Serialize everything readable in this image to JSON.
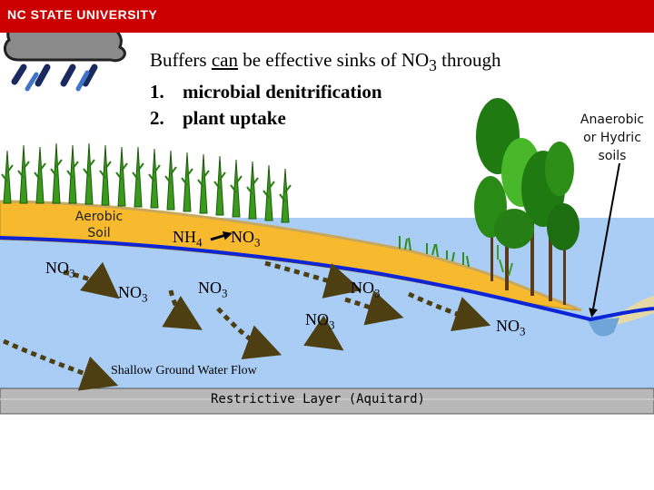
{
  "header": {
    "brand": "NC STATE UNIVERSITY"
  },
  "title": {
    "line1_pre": "Buffers ",
    "line1_underlined": "can",
    "line1_post": " be effective sinks of NO",
    "line1_sub": "3",
    "line1_end": " through",
    "items": [
      {
        "num": "1.",
        "text": "microbial denitrification"
      },
      {
        "num": "2.",
        "text": "plant uptake"
      }
    ]
  },
  "labels": {
    "anaerobic": [
      "Anaerobic",
      "or Hydric",
      "soils"
    ],
    "aerobic": [
      "Aerobic",
      "Soil"
    ],
    "nh4_main": "NH",
    "nh4_sub": "4",
    "no3_main": "NO",
    "no3_sub": "3",
    "shallow_flow": "Shallow Ground Water Flow",
    "restrictive_layer": "Restrictive Layer (Aquitard)"
  },
  "colors": {
    "sky": "#ffffff",
    "banner": "#cc0000",
    "groundwater": "#a9cdf5",
    "aerobic_soil": "#f7b92e",
    "soil_surface": "#e6d9a6",
    "water_table": "#0d25d8",
    "aquitard": "#b8b8b8",
    "bedrock": "#ffffff",
    "flow_arrow": "#4d3f12",
    "crop_green": "#3a9a1c",
    "tree_green": "#1f7a12"
  }
}
